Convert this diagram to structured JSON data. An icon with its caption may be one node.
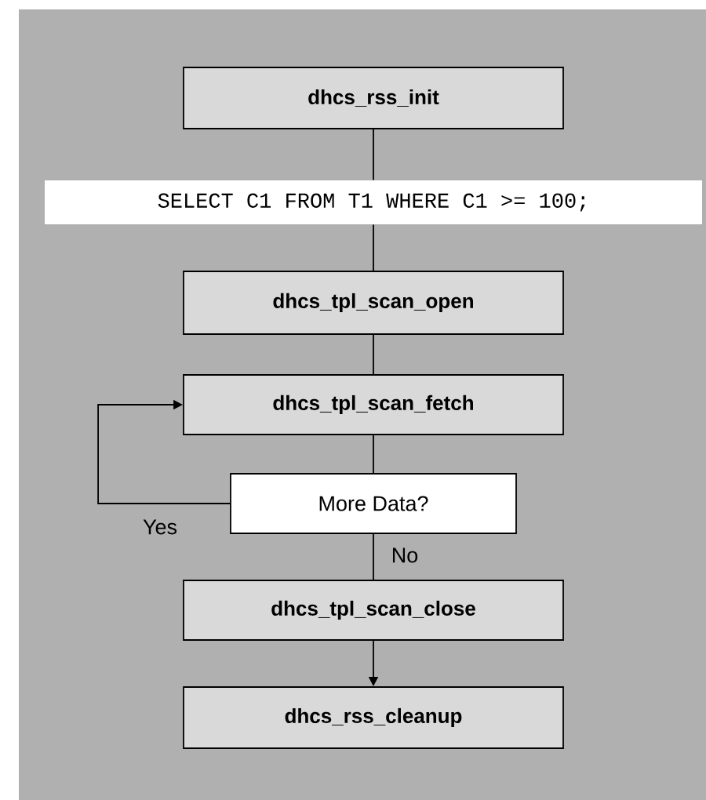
{
  "diagram": {
    "nodes": [
      {
        "text": [
          "dhcs_rss_init"
        ]
      },
      {
        "text": [
          "SELECT C1 FROM T1 WHERE C1 >= 100;"
        ]
      },
      {
        "text": [
          "dhcs_tpl_scan_open"
        ]
      },
      {
        "text": [
          "dhcs_tpl_scan_fetch"
        ]
      },
      {
        "text": [
          "More Data?"
        ]
      },
      {
        "text": [
          "dhcs_tpl_scan_close"
        ]
      },
      {
        "text": [
          "dhcs_rss_cleanup"
        ]
      }
    ],
    "edges": [
      {
        "from": 0,
        "to": 1,
        "arrow": "none"
      },
      {
        "from": 1,
        "to": 2,
        "arrow": "none"
      },
      {
        "from": 2,
        "to": 3,
        "arrow": "none"
      },
      {
        "from": 3,
        "to": 4,
        "arrow": "none"
      },
      {
        "from": 4,
        "to": 3,
        "arrow": "to",
        "label": "Yes"
      },
      {
        "from": 4,
        "to": 5,
        "arrow": "none",
        "label": "No"
      },
      {
        "from": 5,
        "to": 6,
        "arrow": "to"
      }
    ]
  }
}
